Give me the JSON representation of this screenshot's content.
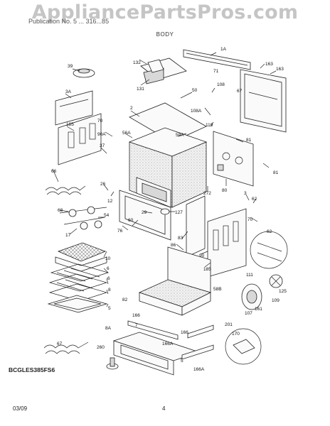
{
  "watermark": "AppliancePartsPros.com",
  "header": {
    "publication": "Publication No. 5 ... 316...85",
    "section": "BODY"
  },
  "model": "BCGLES385FS6",
  "footer": {
    "date": "03/09",
    "page": "4"
  },
  "callouts": {
    "c1A": "1A",
    "c39": "39",
    "c132": "132",
    "c71": "71",
    "c163a": "163",
    "c163b": "163",
    "c3A": "3A",
    "c131": "131",
    "c50": "50",
    "c108": "108",
    "c67": "67",
    "c185a": "185",
    "c70a": "70",
    "c2": "2",
    "c108A": "108A",
    "c119": "119",
    "c90A": "90A",
    "c56A": "56A",
    "c59A": "59A",
    "c81a": "81",
    "c37": "37",
    "c66": "66",
    "c81b": "81",
    "c26": "26",
    "c12": "12",
    "c272": "272",
    "c80": "80",
    "c3": "3",
    "c62a": "62",
    "c68": "68",
    "c54": "54",
    "c29": "29",
    "c127": "127",
    "c70b": "70",
    "c60": "60",
    "c76": "76",
    "c62b": "62",
    "c17": "17",
    "c83": "83",
    "c86": "86",
    "c90": "90",
    "c185b": "185",
    "c10": "10",
    "c6a": "6",
    "c6b": "6",
    "c8": "8",
    "c5": "5",
    "c111": "111",
    "c125": "125",
    "c58B": "58B",
    "c109": "109",
    "c82": "82",
    "c166a": "166",
    "c161": "161",
    "c107": "107",
    "c7": "7",
    "c166b": "166",
    "c201": "201",
    "c170": "170",
    "c8A": "8A",
    "c67b": "67",
    "c166A": "166A",
    "c260": "260",
    "c166Ab": "166A",
    "c5b": "5"
  }
}
